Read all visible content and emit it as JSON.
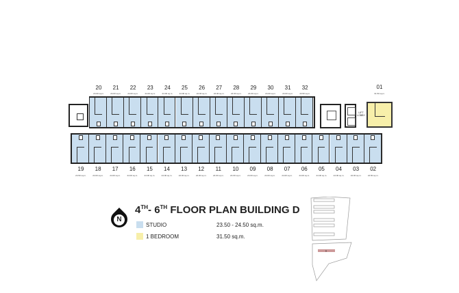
{
  "title": {
    "from": "4",
    "from_sup": "TH",
    "sep": "- ",
    "to": "6",
    "to_sup": "TH",
    "rest": " FLOOR PLAN BUILDING D"
  },
  "north_label": "N",
  "legend": [
    {
      "label": "STUDIO",
      "area": "23.50 - 24.50 sq.m.",
      "color": "#c9deef"
    },
    {
      "label": "1 BEDROOM",
      "area": "31.50 sq.m.",
      "color": "#f7efaa"
    }
  ],
  "top_units": [
    {
      "no": "20",
      "area": "24.00 sq.m."
    },
    {
      "no": "21",
      "area": "24.00 sq.m."
    },
    {
      "no": "22",
      "area": "24.00 sq.m."
    },
    {
      "no": "23",
      "area": "24.00 sq.m."
    },
    {
      "no": "24",
      "area": "24.00 sq.m."
    },
    {
      "no": "25",
      "area": "24.00 sq.m."
    },
    {
      "no": "26",
      "area": "24.00 sq.m."
    },
    {
      "no": "27",
      "area": "24.00 sq.m."
    },
    {
      "no": "28",
      "area": "24.00 sq.m."
    },
    {
      "no": "29",
      "area": "24.00 sq.m."
    },
    {
      "no": "30",
      "area": "24.00 sq.m."
    },
    {
      "no": "31",
      "area": "24.00 sq.m."
    },
    {
      "no": "32",
      "area": "23.50 sq.m."
    }
  ],
  "corner_unit": {
    "no": "01",
    "area": "31.50 sq.m."
  },
  "bottom_units": [
    {
      "no": "19",
      "area": "24.50 sq.m."
    },
    {
      "no": "18",
      "area": "24.00 sq.m."
    },
    {
      "no": "17",
      "area": "24.00 sq.m."
    },
    {
      "no": "16",
      "area": "24.00 sq.m."
    },
    {
      "no": "15",
      "area": "24.00 sq.m."
    },
    {
      "no": "14",
      "area": "24.00 sq.m."
    },
    {
      "no": "13",
      "area": "24.00 sq.m."
    },
    {
      "no": "12",
      "area": "24.00 sq.m."
    },
    {
      "no": "11",
      "area": "24.00 sq.m."
    },
    {
      "no": "10",
      "area": "24.00 sq.m."
    },
    {
      "no": "09",
      "area": "24.00 sq.m."
    },
    {
      "no": "08",
      "area": "24.00 sq.m."
    },
    {
      "no": "07",
      "area": "24.00 sq.m."
    },
    {
      "no": "06",
      "area": "24.00 sq.m."
    },
    {
      "no": "05",
      "area": "24.00 sq.m."
    },
    {
      "no": "04",
      "area": "24.00 sq.m."
    },
    {
      "no": "03",
      "area": "24.00 sq.m."
    },
    {
      "no": "02",
      "area": "24.50 sq.m."
    }
  ],
  "core": {
    "lift_lobby": "LIFT LOBBY"
  },
  "site_label": "D"
}
